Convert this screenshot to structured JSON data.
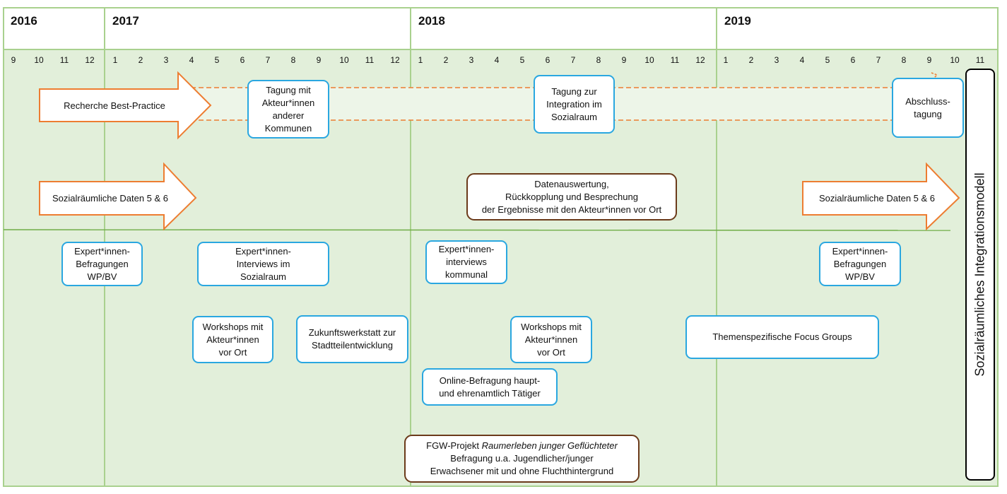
{
  "timeline": {
    "years": [
      "2016",
      "2017",
      "2018",
      "2019"
    ],
    "months": [
      "9",
      "10",
      "11",
      "12",
      "1",
      "2",
      "3",
      "4",
      "5",
      "6",
      "7",
      "8",
      "9",
      "10",
      "11",
      "12",
      "1",
      "2",
      "3",
      "4",
      "5",
      "6",
      "7",
      "8",
      "9",
      "10",
      "11",
      "12",
      "1",
      "2",
      "3",
      "4",
      "5",
      "6",
      "7",
      "8",
      "9",
      "10",
      "11"
    ]
  },
  "arrows": {
    "recherche": "Recherche Best-Practice",
    "daten_left": "Sozialräumliche Daten 5 & 6",
    "daten_right": "Sozialräumliche Daten 5 & 6"
  },
  "boxes": {
    "tagung_akteure": "Tagung mit\nAkteur*innen\nanderer\nKommunen",
    "tagung_integration": "Tagung zur\nIntegration im\nSozialraum",
    "abschlusstagung": "Abschluss-\ntagung",
    "datenauswertung": "Datenauswertung,\nRückkopplung und Besprechung\nder Ergebnisse mit den Akteur*innen vor Ort",
    "expert_befragungen_1": "Expert*innen-\nBefragungen\nWP/BV",
    "expert_interviews_sozialraum": "Expert*innen-\nInterviews im\nSozialraum",
    "expert_interviews_kommunal": "Expert*innen-\ninterviews\nkommunal",
    "expert_befragungen_2": "Expert*innen-\nBefragungen\nWP/BV",
    "workshops_1": "Workshops mit\nAkteur*innen\nvor Ort",
    "zukunftswerkstatt": "Zukunftswerkstatt zur\nStadtteilentwicklung",
    "workshops_2": "Workshops mit\nAkteur*innen\nvor Ort",
    "focus_groups": "Themenspezifische Focus Groups",
    "online_befragung": "Online-Befragung haupt-\nund ehrenamtlich Tätiger",
    "fgw_prefix": "FGW-Projekt ",
    "fgw_title": "Raumerleben junger Geflüchteter",
    "fgw_rest": "Befragung u.a. Jugendlicher/junger\nErwachsener mit und ohne Fluchthintergrund"
  },
  "side_label": "Sozialräumliches Integrationsmodell",
  "colors": {
    "green_fill": "#e2efda",
    "green_line": "#70ad47",
    "orange": "#ed7d31",
    "blue": "#2aa7e0",
    "brown": "#6b3a1a"
  }
}
